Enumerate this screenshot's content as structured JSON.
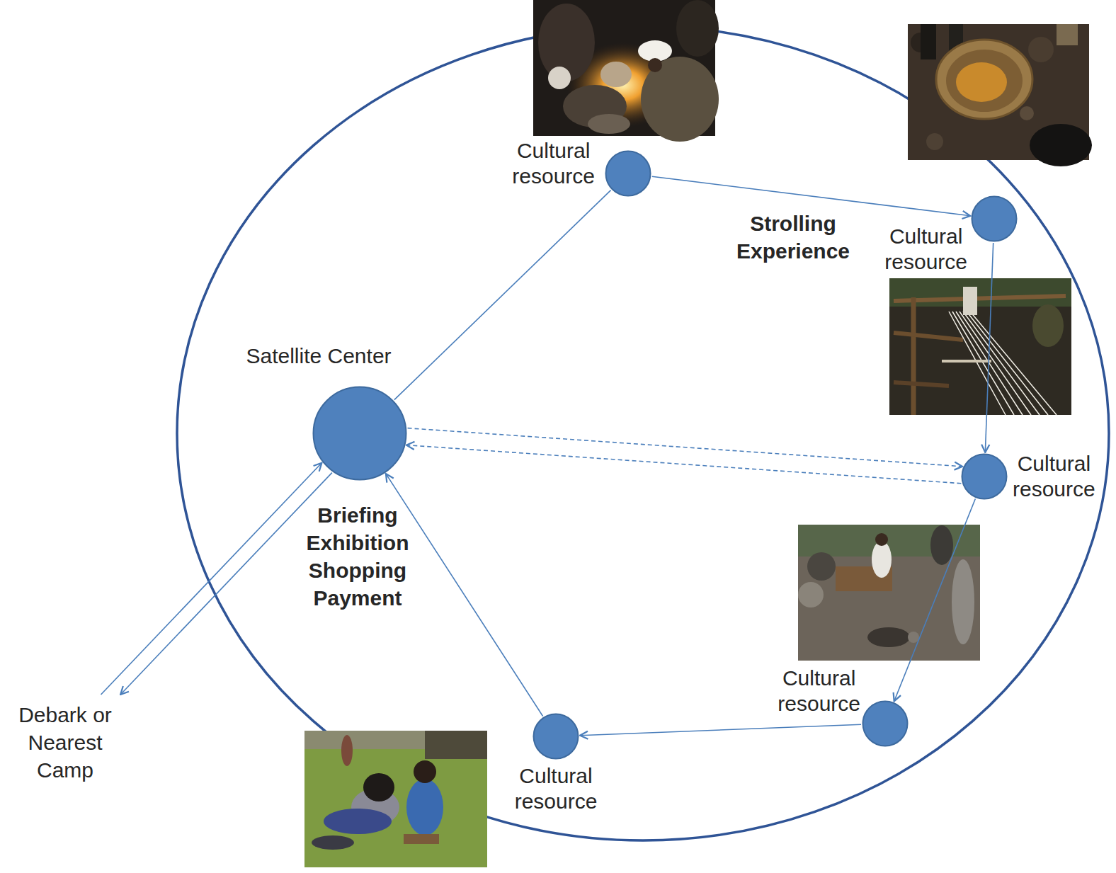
{
  "diagram": {
    "nodes": [
      {
        "text": [
          "Satellite Center",
          "Briefing Exhibition Shopping Payment"
        ]
      },
      {
        "text": [
          "Cultural resource"
        ]
      },
      {
        "text": [
          "Cultural resource"
        ]
      },
      {
        "text": [
          "Cultural resource"
        ]
      },
      {
        "text": [
          "Cultural resource"
        ]
      },
      {
        "text": [
          "Cultural resource"
        ]
      },
      {
        "text": [
          "Debark or Nearest Camp"
        ]
      }
    ],
    "edges": [
      {
        "from": 0,
        "to": 1,
        "arrow": "none"
      },
      {
        "from": 1,
        "to": 2,
        "arrow": "to",
        "label": "Strolling Experience"
      },
      {
        "from": 2,
        "to": 3,
        "arrow": "to"
      },
      {
        "from": 3,
        "to": 4,
        "arrow": "to"
      },
      {
        "from": 4,
        "to": 5,
        "arrow": "to"
      },
      {
        "from": 5,
        "to": 0,
        "arrow": "to"
      },
      {
        "from": 0,
        "to": 3,
        "arrow": "to"
      },
      {
        "from": 3,
        "to": 0,
        "arrow": "to"
      },
      {
        "from": 6,
        "to": 0,
        "arrow": "to"
      },
      {
        "from": 0,
        "to": 6,
        "arrow": "to"
      }
    ]
  }
}
